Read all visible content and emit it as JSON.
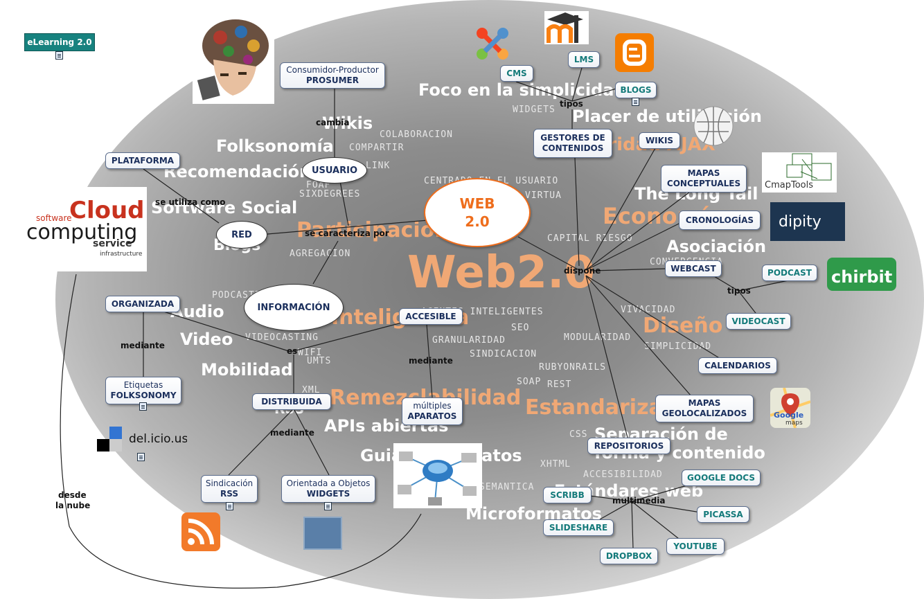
{
  "badge": {
    "title": "eLearning 2.0"
  },
  "cloud_words": {
    "foco": "Foco en la simplicidad",
    "widgets": "WIDGETS",
    "placer": "Placer de utilización",
    "wikis": "Wikis",
    "colaboracion": "COLABORACION",
    "folksonomia": "Folksonomía",
    "compartir": "COMPARTIR",
    "ajax": "Modularidad AJAX",
    "recomendacion": "Recomendación",
    "link": "LINK",
    "foaf": "FOAF",
    "sixdegrees": "SIXDEGREES",
    "centrado": "CENTRADO EN EL USUARIO",
    "virtua": "VIRTUA",
    "longtail": "The Long Tail",
    "software_social": "Software Social",
    "economia": "Economía",
    "participacion": "Participación",
    "blogs_word": "Blogs",
    "capital": "CAPITAL RIESGO",
    "asociacion": "Asociación",
    "agregacion": "AGREGACION",
    "web20": "Web2.0",
    "convergencia": "CONVERGENCIA",
    "podcasting": "PODCASTING",
    "audio": "Audio",
    "inteligencia": "Inteligencia",
    "inteligentes": "AGENTES INTELIGENTES",
    "vivacidad": "VIVACIDAD",
    "diseno": "Diseño",
    "video": "Video",
    "videocasting": "VIDEOCASTING",
    "granularidad": "GRANULARIDAD",
    "seo": "SEO",
    "modularidad": "MODULARIDAD",
    "simplicidad": "SIMPLICIDAD",
    "wifi": "WIFI",
    "umts": "UMTS",
    "sindicacion": "SINDICACION",
    "mobilidad": "Mobilidad",
    "rubyonrails": "RUBYONRAILS",
    "soap": "SOAP",
    "rest": "REST",
    "xml": "XML",
    "remezclabilidad": "Remezclabilidad",
    "estandarizacion": "Estandarización",
    "rss_word": "RSS",
    "apis": "APIs abiertas",
    "separacion1": "Separación de",
    "css": "CSS",
    "separacion2": "forma y contenido",
    "guia": "Guia de formatos",
    "xhtml": "XHTML",
    "accesibilidad": "ACCESIBILIDAD",
    "semantica": "SEMANTICA",
    "estandares": "Estándares web",
    "microformatos": "Microformatos"
  },
  "main_node": {
    "line1": "WEB",
    "line2": "2.0"
  },
  "concepts": {
    "usuario": "USUARIO",
    "red": "RED",
    "informacion": "INFORMACIÓN",
    "plataforma": "PLATAFORMA",
    "prosumer_line1": "Consumidor-Productor",
    "prosumer_line2": "PROSUMER",
    "organizada": "ORGANIZADA",
    "etiquetas_line1": "Etiquetas",
    "etiquetas_line2": "FOLKSONOMY",
    "distribuida": "DISTRIBUIDA",
    "accesible": "ACCESIBLE",
    "aparatos_line1": "múltiples",
    "aparatos_line2": "APARATOS",
    "sindicacion_line1": "Sindicación",
    "sindicacion_line2": "RSS",
    "widgets_line1": "Orientada a Objetos",
    "widgets_line2": "WIDGETS",
    "gestores_line1": "GESTORES DE",
    "gestores_line2": "CONTENIDOS",
    "cms": "CMS",
    "lms": "LMS",
    "blogs": "BLOGS",
    "wikis": "WIKIS",
    "mapas_line1": "MAPAS",
    "mapas_line2": "CONCEPTUALES",
    "cronologias": "CRONOLOGÍAS",
    "webcast": "WEBCAST",
    "podcast": "PODCAST",
    "videocast": "VIDEOCAST",
    "calendarios": "CALENDARIOS",
    "geo_line1": "MAPAS",
    "geo_line2": "GEOLOCALIZADOS",
    "repositorios": "REPOSITORIOS",
    "googledocs": "GOOGLE DOCS",
    "scribb": "SCRIBB",
    "picassa": "PICASSA",
    "slideshare": "SLIDESHARE",
    "youtube": "YOUTUBE",
    "dropbox": "DROPBOX"
  },
  "links": {
    "cambia": "cambia",
    "se_utiliza": "se utiliza como",
    "se_caracteriza": "se caracteriza por",
    "mediante1": "mediante",
    "es": "es",
    "mediante2": "mediante",
    "mediante3": "mediante",
    "tipos1": "tipos",
    "dispone": "dispone",
    "tipos2": "tipos",
    "multimedia": "multimedia",
    "desde1": "desde",
    "desde2": "la nube"
  },
  "image_captions": {
    "cloud": "Cloud",
    "computing": "computing",
    "service": "service",
    "software": "software",
    "infrastructure": "infrastructure",
    "delicious": "del.icio.us",
    "cmaptools": "CmapTools",
    "dipity": "dipity",
    "chirbit": "chirbit",
    "google": "Google",
    "maps": "maps"
  },
  "colors": {
    "accent": "#ee6d1c",
    "node_text": "#1b2f5c",
    "teal_text": "#147a7a",
    "badge": "#17827f"
  }
}
